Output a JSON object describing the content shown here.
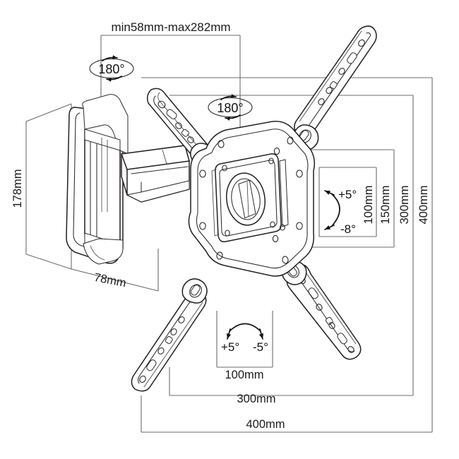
{
  "diagram": {
    "title": "TV Wall Mount Full-Motion Bracket Dimension Diagram",
    "stroke_color": "#231f20",
    "dimension_color": "#6b6b6b",
    "background": "#ffffff"
  },
  "dimensions": {
    "extension_range": "min58mm-max282mm",
    "wall_plate_height": "178mm",
    "wall_plate_depth": "78mm",
    "vesa_v_100": "100mm",
    "vesa_v_150": "150mm",
    "vesa_v_300": "300mm",
    "vesa_v_400": "400mm",
    "vesa_h_100": "100mm",
    "vesa_h_300": "300mm",
    "vesa_h_400": "400mm"
  },
  "angles": {
    "swivel_left": "180°",
    "swivel_right": "180°",
    "tilt_up": "+5°",
    "tilt_down": "-8°",
    "roll_left": "+5°",
    "roll_right": "-5°"
  },
  "parts": {
    "wall_plate": "wall-mount-plate",
    "arm_upper_left": "articulating-arm-upper-left",
    "arm_upper_right": "articulating-arm-upper-right",
    "arm_lower_left": "articulating-arm-lower-left",
    "arm_lower_right": "articulating-arm-lower-right",
    "vesa_head": "vesa-mounting-head",
    "tilt_hub": "tilt-pivot-hub"
  }
}
